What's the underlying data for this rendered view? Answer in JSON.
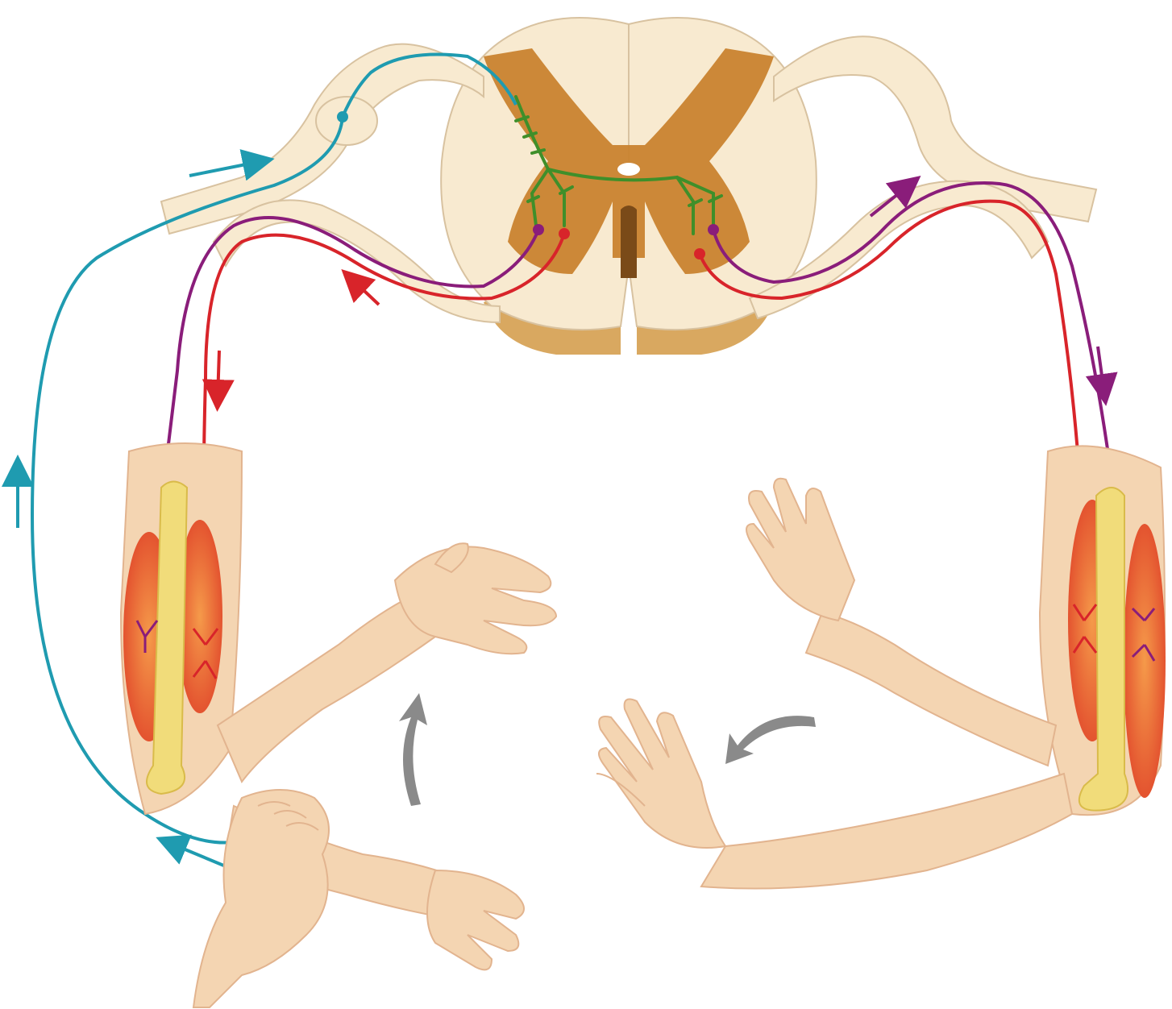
{
  "diagram": {
    "labels": [],
    "colors": {
      "background": "#ffffff",
      "white_matter": "#f8ead0",
      "white_matter_outline": "#d8c2a0",
      "gray_matter": "#c9832f",
      "cut_face": "#d9a860",
      "sensory_neuron": "#1f9bb0",
      "interneuron": "#3f8f2a",
      "motor_neuron_inhibited": "#8a1d7a",
      "motor_neuron_excited": "#d8242a",
      "muscle": "#e0452a",
      "muscle_highlight": "#f59a4a",
      "bone": "#f1dc7a",
      "skin": "#f4d5b2",
      "skin_shadow": "#e2b48f",
      "arrow_gray": "#8a8a8a"
    },
    "icons": [
      "spinal-cord-cross-section",
      "dorsal-root-ganglion",
      "arm-muscles",
      "hand",
      "curved-arrow"
    ]
  }
}
